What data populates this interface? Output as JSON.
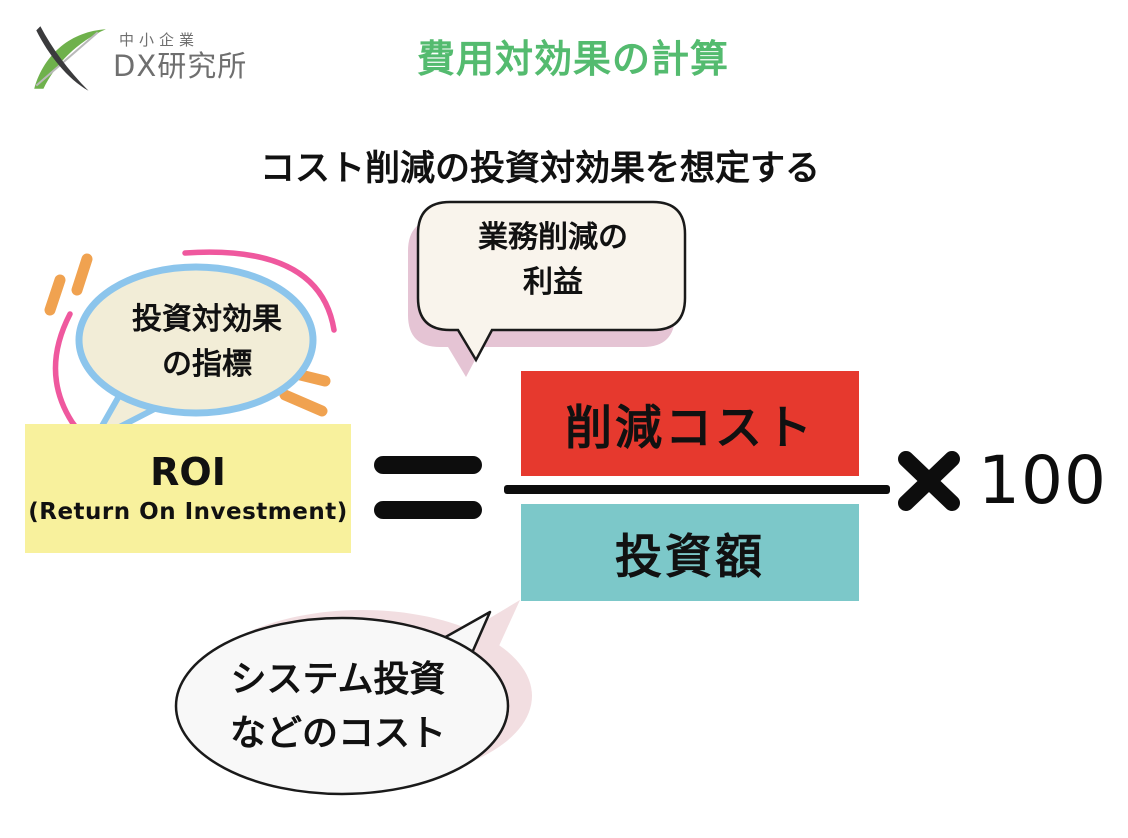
{
  "logo": {
    "line1": "中小企業",
    "line2": "DX研究所"
  },
  "header": {
    "title": "費用対効果の計算"
  },
  "subtitle": "コスト削減の投資対効果を想定する",
  "callouts": {
    "indicator": {
      "line1": "投資対効果",
      "line2": "の指標"
    },
    "profit": {
      "line1": "業務削減の",
      "line2": "利益"
    },
    "cost": {
      "line1": "システム投資",
      "line2": "などのコスト"
    }
  },
  "formula": {
    "roi": "ROI",
    "roi_full": "(Return On Investment)",
    "equals_sign": "=",
    "numerator": "削減コスト",
    "denominator": "投資額",
    "multiply_sign": "✕",
    "multiplier": "100"
  },
  "colors": {
    "title_green": "#54bb6f",
    "logo_green": "#6fb14c",
    "logo_dark": "#3b3b3d",
    "roi_box_yellow": "#f8f19d",
    "numerator_red": "#e6392e",
    "denominator_teal": "#7cc8c9",
    "bubble_cream": "#f2edd7",
    "bubble_cream_light": "#f9f4ec",
    "bubble_white": "#f8f8f8",
    "bubble_blue_outline": "#8cc5ec",
    "accent_pink": "#ef589e",
    "accent_orange": "#f0a250",
    "shadow_pink": "#e5c4d4",
    "shadow_pink_light": "#f2dee1",
    "ink_black": "#0d0d0d"
  }
}
